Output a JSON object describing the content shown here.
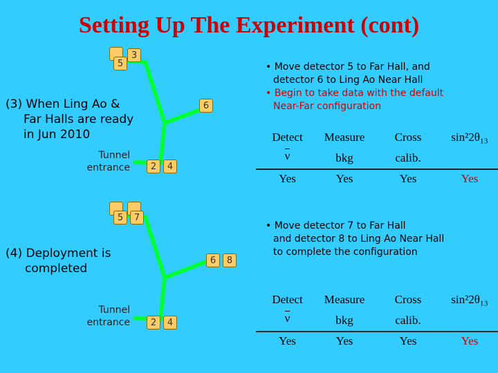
{
  "title": "Setting Up The Experiment (cont)",
  "colors": {
    "background": "#33ccff",
    "title": "#cc0000",
    "arm": "#00ff33",
    "detector": "#ffcc66",
    "emphasis": "#cc0000"
  },
  "panel1": {
    "step_lines": [
      "(3) When Ling Ao &",
      "Far Halls are ready",
      "in Jun 2010"
    ],
    "tunnel_lines": [
      "Tunnel",
      "entrance"
    ],
    "far_detectors": [
      "5",
      "3"
    ],
    "lingao_detectors": [
      "6"
    ],
    "daya_detectors": [
      "2",
      "4"
    ],
    "bullets": [
      {
        "lines": [
          "• Move detector 5 to Far Hall, and",
          "detector 6 to Ling Ao Near Hall"
        ],
        "color": "black"
      },
      {
        "lines": [
          "• Begin to take data with the default",
          "Near-Far configuration"
        ],
        "color": "red"
      }
    ],
    "table": {
      "headers": [
        [
          "Detect",
          "ν"
        ],
        [
          "Measure",
          "bkg"
        ],
        [
          "Cross",
          "calib."
        ],
        [
          "sin²2θ₁₃",
          ""
        ]
      ],
      "values": [
        "Yes",
        "Yes",
        "Yes",
        "Yes"
      ]
    }
  },
  "panel2": {
    "step_lines": [
      "(4) Deployment is",
      "completed"
    ],
    "tunnel_lines": [
      "Tunnel",
      "entrance"
    ],
    "far_detectors": [
      "5",
      "7"
    ],
    "lingao_detectors": [
      "6",
      "8"
    ],
    "daya_detectors": [
      "2",
      "4"
    ],
    "bullets": [
      {
        "lines": [
          "• Move detector 7 to Far Hall",
          "and detector 8 to Ling Ao Near Hall",
          "to complete the configuration"
        ],
        "color": "black"
      }
    ],
    "table": {
      "headers": [
        [
          "Detect",
          "ν"
        ],
        [
          "Measure",
          "bkg"
        ],
        [
          "Cross",
          "calib."
        ],
        [
          "sin²2θ₁₃",
          ""
        ]
      ],
      "values": [
        "Yes",
        "Yes",
        "Yes",
        "Yes"
      ]
    }
  }
}
